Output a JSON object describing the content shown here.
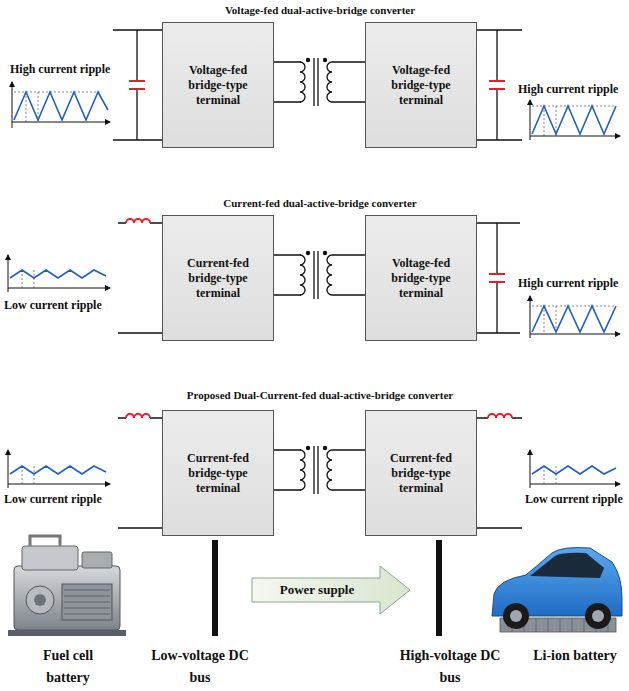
{
  "diagram": {
    "nodes": [
      {
        "text": [
          "Voltage-fed bridge-type terminal"
        ]
      },
      {
        "text": [
          "Voltage-fed bridge-type terminal"
        ]
      },
      {
        "text": [
          "Current-fed bridge-type terminal"
        ]
      },
      {
        "text": [
          "Voltage-fed bridge-type terminal"
        ]
      },
      {
        "text": [
          "Current-fed bridge-type terminal"
        ]
      },
      {
        "text": [
          "Current-fed bridge-type terminal"
        ]
      }
    ],
    "edges": [
      {
        "from": 0,
        "to": 1,
        "arrow": "none"
      },
      {
        "from": 2,
        "to": 3,
        "arrow": "none"
      },
      {
        "from": 4,
        "to": 5,
        "arrow": "none"
      }
    ],
    "labels": [
      "Voltage-fed dual-active-bridge converter",
      "High current ripple",
      "High current ripple",
      "Current-fed dual-active-bridge converter",
      "Low current ripple",
      "High current ripple",
      "Proposed Dual-Current-fed dual-active-bridge converter",
      "Low current ripple",
      "Low current ripple",
      "Power supple",
      "Fuel cell battery",
      "Low-voltage DC bus",
      "High-voltage DC bus",
      "Li-ion battery"
    ]
  }
}
